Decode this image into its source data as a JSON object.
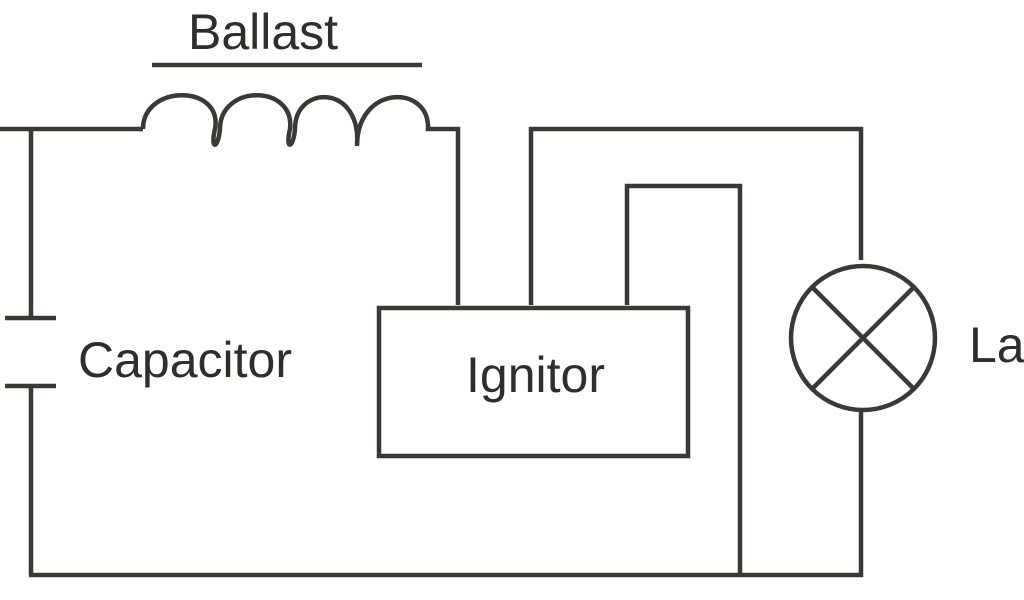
{
  "labels": {
    "ballast": "Ballast",
    "capacitor": "Capacitor",
    "ignitor": "Ignitor",
    "lamp": "La"
  },
  "colors": {
    "line": "#3a3935",
    "text": "#2f2e2b",
    "background": "#ffffff"
  }
}
